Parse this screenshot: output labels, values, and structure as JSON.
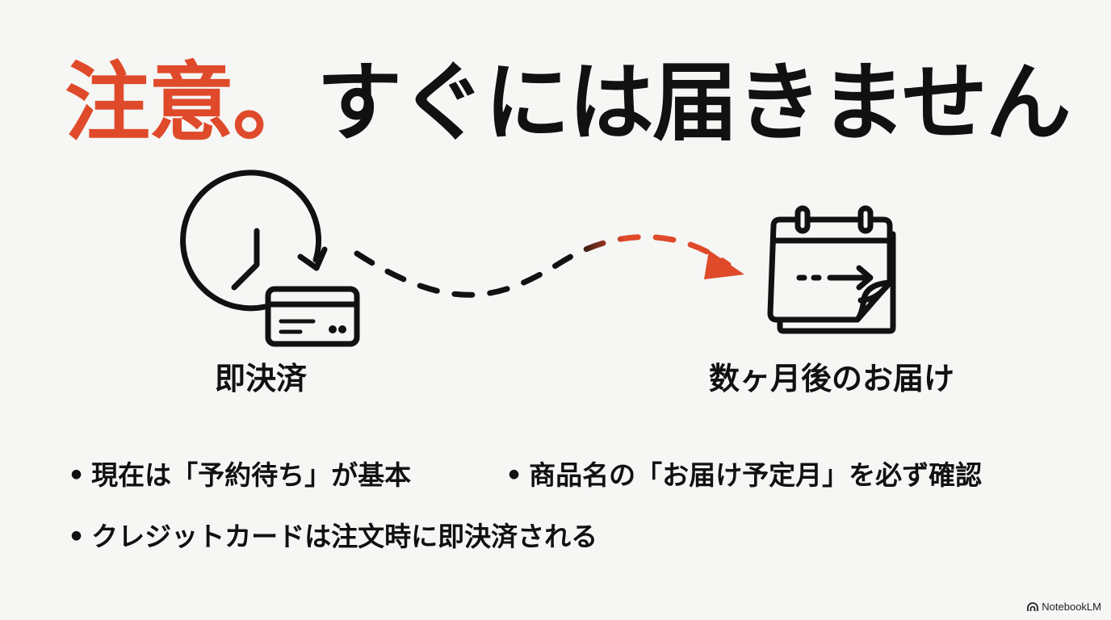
{
  "title": {
    "accent": "注意。",
    "main": "すぐには届きません"
  },
  "colors": {
    "accent": "#df4a2a",
    "text": "#111111",
    "background": "#f6f6f5"
  },
  "diagram": {
    "left_label": "即決済",
    "right_label": "数ヶ月後のお届け",
    "left_icon": "clock-with-credit-card-icon",
    "right_icon": "calendar-with-arrow-icon",
    "connector_icon": "dashed-arrow-icon"
  },
  "bullets": [
    {
      "text": "現在は「予約待ち」が基本"
    },
    {
      "text": "商品名の「お届け予定月」を必ず確認"
    },
    {
      "text": "クレジットカードは注文時に即決済される"
    }
  ],
  "bullet_marker": "•",
  "branding": {
    "text": "NotebookLM",
    "icon": "notebooklm-logo-icon"
  }
}
